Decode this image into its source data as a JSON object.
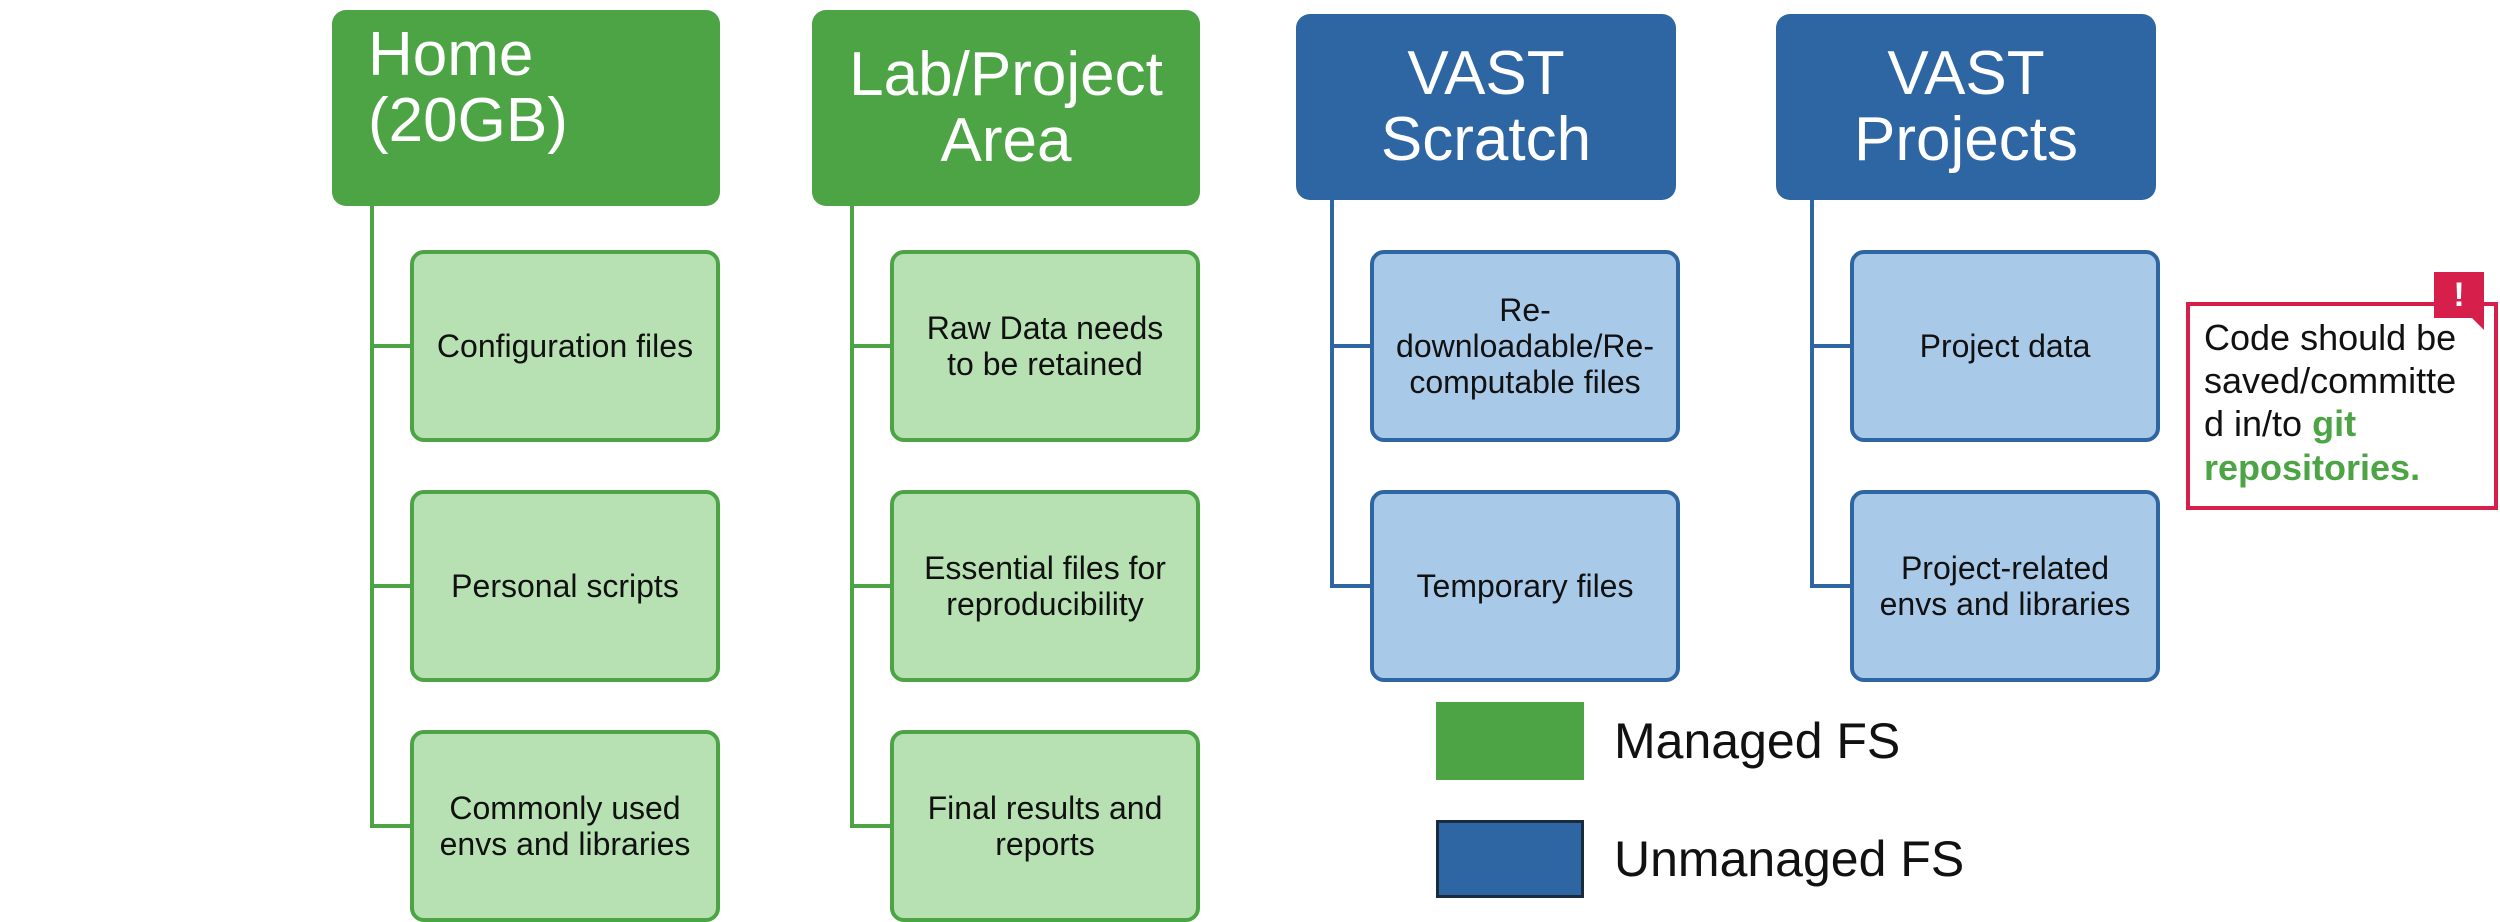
{
  "columns": [
    {
      "id": "home",
      "title": "Home\n(20GB)",
      "kind": "managed",
      "items": [
        "Configuration files",
        "Personal scripts",
        "Commonly used\nenvs and libraries"
      ]
    },
    {
      "id": "lab",
      "title": "Lab/Project\nArea",
      "kind": "managed",
      "items": [
        "Raw Data needs\nto be retained",
        "Essential files for\nreproducibility",
        "Final results and\nreports"
      ]
    },
    {
      "id": "scratch",
      "title": "VAST\nScratch",
      "kind": "unmanaged",
      "items": [
        "Re-\ndownloadable/Re-\ncomputable files",
        "Temporary files"
      ]
    },
    {
      "id": "projects",
      "title": "VAST\nProjects",
      "kind": "unmanaged",
      "items": [
        "Project data",
        "Project-related\nenvs and libraries"
      ]
    }
  ],
  "legend": [
    {
      "label": "Managed FS",
      "color": "#4ca444"
    },
    {
      "label": "Unmanaged FS",
      "color": "#2e65a3"
    }
  ],
  "note": {
    "icon": "exclamation-icon",
    "icon_text": "!",
    "text_lines": [
      "Code should be",
      "saved/committe",
      "d in/to "
    ],
    "highlight": "git\nrepositories.",
    "highlight_color": "#4ca444",
    "border_color": "#d61f4b"
  },
  "colors": {
    "managed": "#4ca444",
    "managed_light": "#b8e1b3",
    "unmanaged": "#2e65a3",
    "unmanaged_light": "#a9c9e9"
  }
}
